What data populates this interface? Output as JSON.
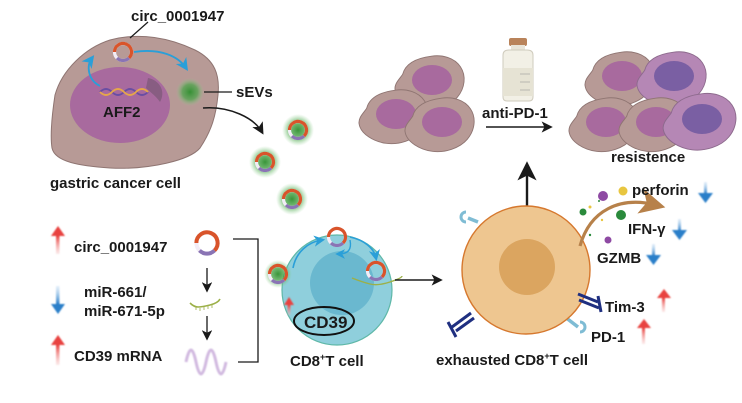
{
  "labels": {
    "circ_top": "circ_0001947",
    "aff2": "AFF2",
    "sevs": "sEVs",
    "gastric": "gastric cancer cell",
    "anti_pd1": "anti-PD-1",
    "resistence": "resistence",
    "perforin": "perforin",
    "ifn": "IFN-γ",
    "gzmb": "GZMB",
    "tim3": "Tim-3",
    "pd1": "PD-1",
    "exhausted_pre": "exhausted CD8",
    "exhausted_sup": "+",
    "exhausted_post": "T cell",
    "cd8_pre": "CD8",
    "cd8_sup": "+",
    "cd8_post": "T cell",
    "cd39": "CD39",
    "circ_left": "circ_0001947",
    "mir1": "miR-661/",
    "mir2": "miR-671-5p",
    "cd39mrna": "CD39 mRNA"
  },
  "regulation": {
    "circ_0001947": "up",
    "miR-661/miR-671-5p": "down",
    "CD39 mRNA": "up",
    "perforin": "down",
    "IFN-γ": "down",
    "GZMB": "down",
    "Tim-3": "up",
    "PD-1": "up",
    "CD39": "up"
  },
  "colors": {
    "cancer_cell": "#b79a96",
    "nucleus": "#a86a9e",
    "resistant_cell": "#b587b5",
    "resistant_nucleus": "#7a5fa3",
    "tcell": "#8fcfdc",
    "tcell_nucleus": "#6ab8cf",
    "exhausted_cell": "#eec690",
    "exhausted_nucleus": "#dba560",
    "up_arrow": "#e8423f",
    "down_arrow": "#2b7fc9",
    "sev_green": "#3f9a3f",
    "pd1_receptor": "#7fbcd4",
    "tim3_receptor": "#1f2f80",
    "secretion_arrow": "#b7814a"
  }
}
